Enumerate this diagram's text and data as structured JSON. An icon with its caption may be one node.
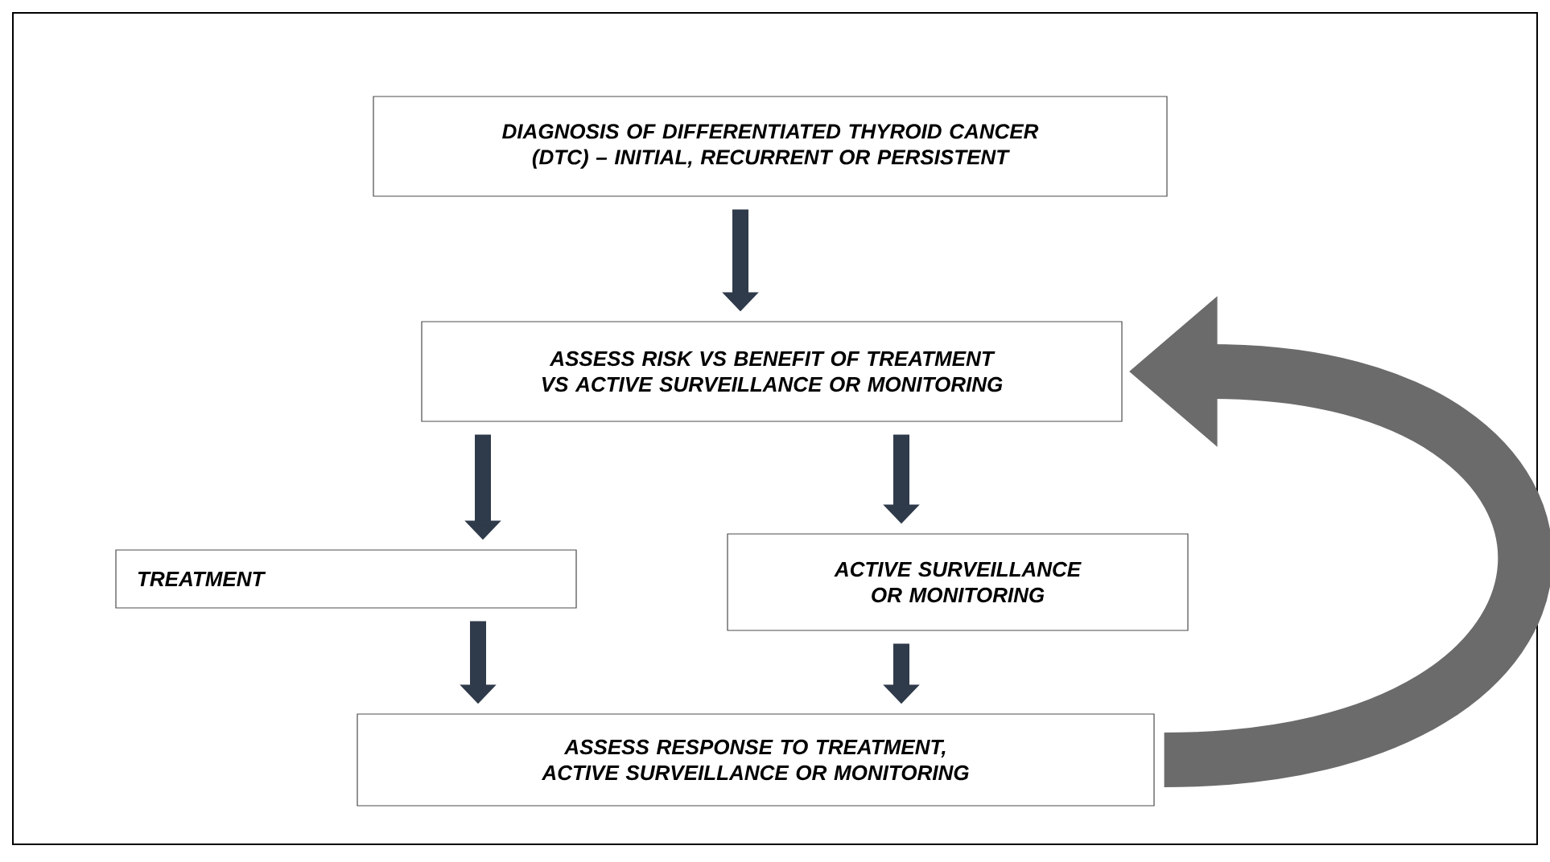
{
  "diagram": {
    "nodes": [
      {
        "text": [
          "DIAGNOSIS OF DIFFERENTIATED THYROID CANCER (DTC) – INITIAL, RECURRENT OR PERSISTENT"
        ]
      },
      {
        "text": [
          "ASSESS RISK VS BENEFIT OF TREATMENT VS ACTIVE SURVEILLANCE OR MONITORING"
        ]
      },
      {
        "text": [
          "TREATMENT"
        ]
      },
      {
        "text": [
          "ACTIVE SURVEILLANCE OR MONITORING"
        ]
      },
      {
        "text": [
          "ASSESS RESPONSE TO TREATMENT, ACTIVE SURVEILLANCE OR MONITORING"
        ]
      }
    ],
    "edges": [
      {
        "from": 0,
        "to": 1,
        "arrow": "to"
      },
      {
        "from": 1,
        "to": 2,
        "arrow": "to"
      },
      {
        "from": 1,
        "to": 3,
        "arrow": "to"
      },
      {
        "from": 2,
        "to": 4,
        "arrow": "to"
      },
      {
        "from": 3,
        "to": 4,
        "arrow": "to"
      },
      {
        "from": 4,
        "to": 1,
        "arrow": "to",
        "style": "thick",
        "color": "#6b6b6b"
      }
    ]
  }
}
